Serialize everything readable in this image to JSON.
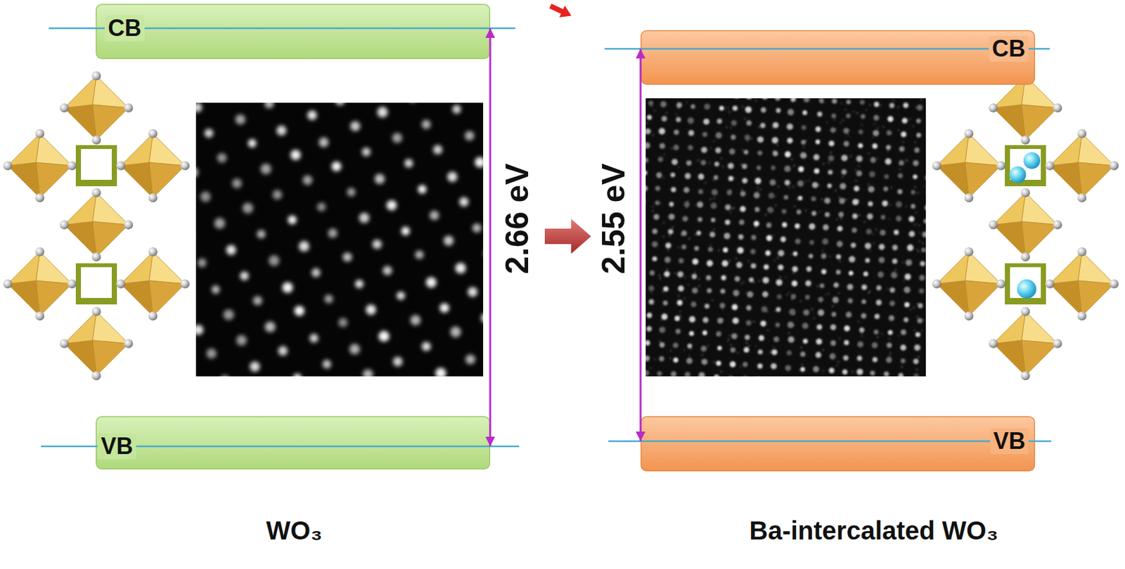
{
  "diagram": {
    "nodes": [
      {
        "text": [
          "CB"
        ]
      },
      {
        "text": [
          "VB"
        ]
      },
      {
        "text": [
          "CB"
        ]
      },
      {
        "text": [
          "VB"
        ]
      }
    ],
    "edges": [
      {
        "from": 0,
        "to": 1,
        "arrow": "both",
        "label": "2.66 eV"
      },
      {
        "from": 2,
        "to": 3,
        "arrow": "both",
        "label": "2.55 eV"
      }
    ],
    "labels": [
      "WO₃",
      "Ba-intercalated WO₃"
    ]
  }
}
